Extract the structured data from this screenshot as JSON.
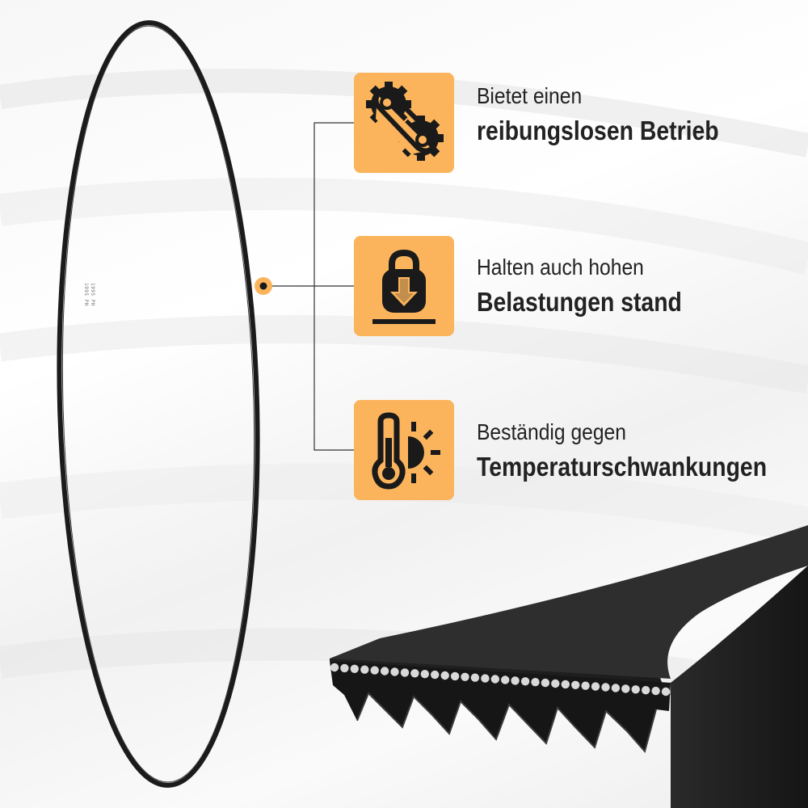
{
  "colors": {
    "accent": "#fbb45c",
    "icon": "#1a1a1a",
    "belt": "#1b1b1b",
    "text": "#222222"
  },
  "belt_label": {
    "line_a": "1995 PH",
    "line_b": "1995 PH"
  },
  "features": [
    {
      "icon": "gear-belt-icon",
      "line1": "Bietet einen",
      "line2": "reibungslosen Betrieb"
    },
    {
      "icon": "weight-load-icon",
      "line1": "Halten auch hohen",
      "line2": "Belastungen stand"
    },
    {
      "icon": "thermometer-sun-icon",
      "line1": "Beständig gegen",
      "line2": "Temperaturschwankungen"
    }
  ]
}
